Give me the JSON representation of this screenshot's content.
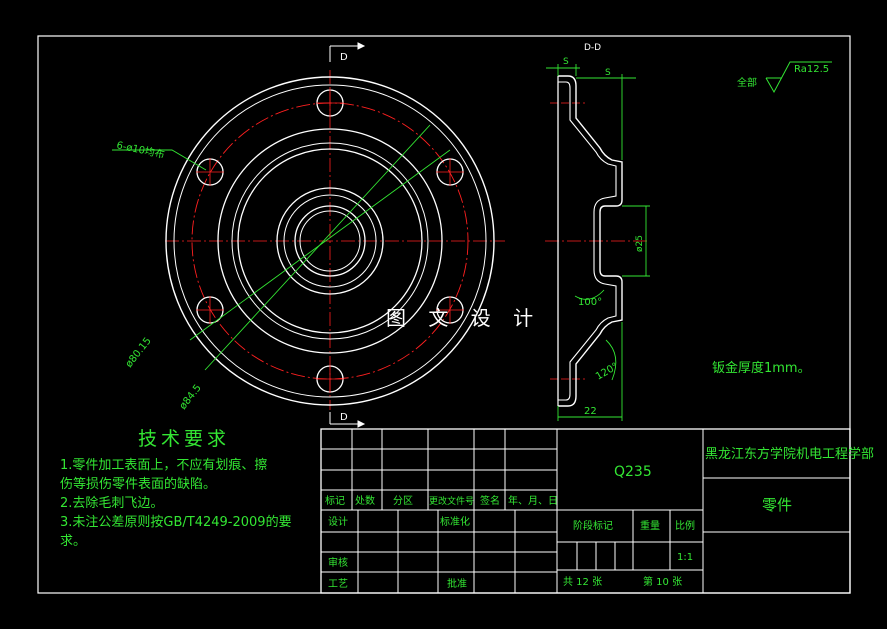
{
  "drawing": {
    "section_top_label": "D",
    "section_bottom_label": "D",
    "section_view_title": "D-D",
    "dim_holes": "6-ø10均布",
    "dim_pcd": "ø80.15",
    "dim_outer": "ø84.5",
    "dim_s_left": "S",
    "dim_s_right": "S",
    "dim_center_dia": "ø25",
    "dim_angle_1": "100°",
    "dim_angle_2": "120°",
    "dim_height": "22",
    "roughness_prefix": "全部",
    "roughness_value": "Ra12.5",
    "sheet_thickness": "钣金厚度1mm。",
    "watermark": "图 文 设 计"
  },
  "tech": {
    "title": "技术要求",
    "line1": "1.零件加工表面上，不应有划痕、擦",
    "line2": "  伤等损伤零件表面的缺陷。",
    "line3": "2.去除毛刺飞边。",
    "line4": "3.未注公差原则按GB/T4249-2009的要",
    "line5": "  求。"
  },
  "title_block": {
    "material": "Q235",
    "school": "黑龙江东方学院机电工程学部",
    "part_name": "零件",
    "h_mark": "标记",
    "h_count": "处数",
    "h_zone": "分区",
    "h_docno": "更改文件号",
    "h_sign": "签名",
    "h_date": "年、月、日",
    "design": "设计",
    "standard": "标准化",
    "stage_mark": "阶段标记",
    "weight": "重量",
    "scale_label": "比例",
    "scale_value": "1:1",
    "review": "审核",
    "process": "工艺",
    "approve": "批准",
    "sheets_total": "共 12 张",
    "sheet_no": "第 10 张"
  },
  "colors": {
    "outline": "#ffffff",
    "center_line": "#ff2020",
    "dimension": "#33e633",
    "text": "#33e633"
  }
}
